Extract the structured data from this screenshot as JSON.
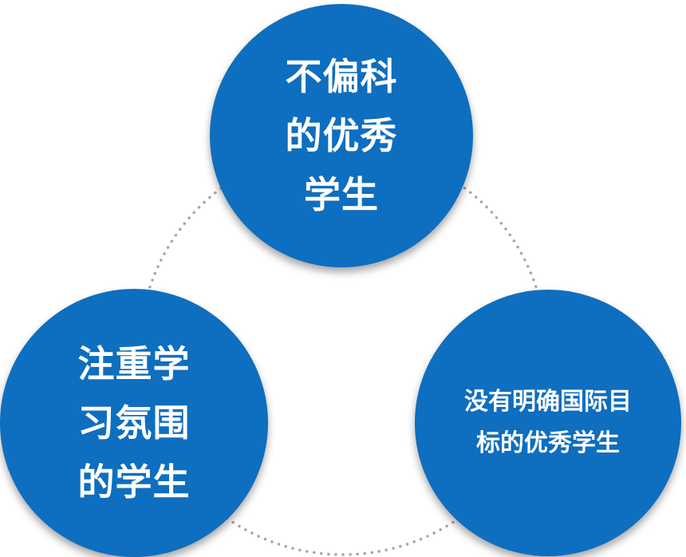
{
  "diagram": {
    "nodes": [
      {
        "id": "top",
        "lines": [
          "不偏科",
          "的优秀",
          "学生"
        ]
      },
      {
        "id": "left",
        "lines": [
          "注重学",
          "习氛围",
          "的学生"
        ]
      },
      {
        "id": "right",
        "lines": [
          "没有明确国际目",
          "标的优秀学生"
        ]
      }
    ],
    "colors": {
      "circle_fill": "#0e6ebf",
      "circle_text": "#ffffff",
      "ring_stroke": "#a6a6a6"
    }
  }
}
